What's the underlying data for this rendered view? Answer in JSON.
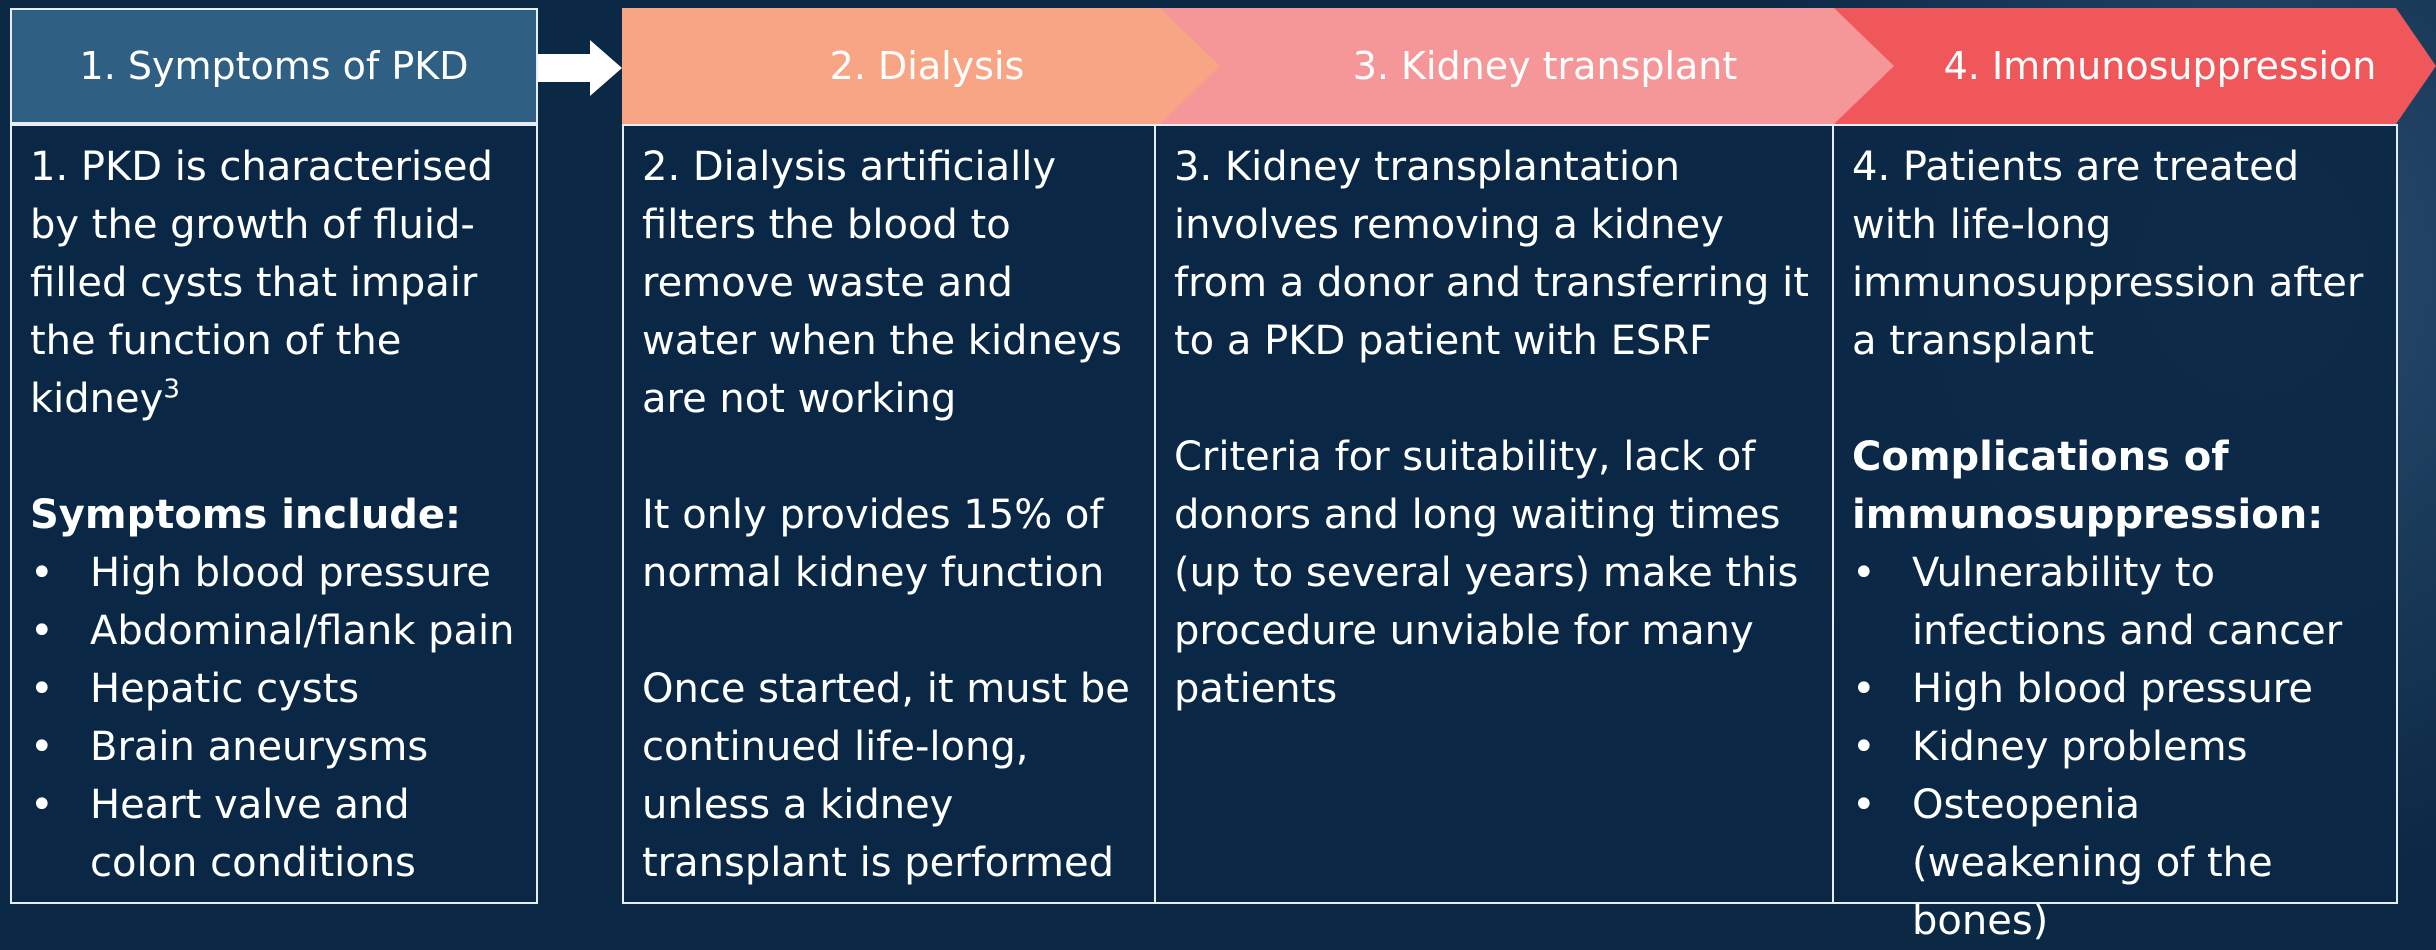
{
  "steps": [
    {
      "title": "1. Symptoms of PKD"
    },
    {
      "title": "2. Dialysis"
    },
    {
      "title": "3. Kidney transplant"
    },
    {
      "title": "4. Immunosuppression"
    }
  ],
  "panel1": {
    "intro": "1. PKD is characterised by the growth of fluid-filled cysts that impair the function of the kidney",
    "intro_sup": "3",
    "list_heading": "Symptoms include:",
    "symptoms": [
      "High blood pressure",
      "Abdominal/flank pain",
      "Hepatic cysts",
      "Brain aneurysms",
      "Heart valve and colon conditions"
    ]
  },
  "panel2": {
    "para1": "2. Dialysis artificially filters the blood to remove waste and water when the kidneys are not working",
    "para2": "It only provides 15% of normal kidney function",
    "para3": "Once started, it must be continued life-long, unless a kidney transplant is performed"
  },
  "panel3": {
    "para1": "3. Kidney transplantation involves removing a kidney from a donor and transferring it to a PKD patient with ESRF",
    "para2": "Criteria for suitability, lack of donors and long waiting times (up to several years) make this procedure unviable for many patients"
  },
  "panel4": {
    "para1": "4. Patients are treated with life-long immunosuppression after a transplant",
    "list_heading": "Complications of immunosuppression:",
    "complications": [
      "Vulnerability to infections and cancer",
      "High blood pressure",
      "Kidney problems",
      "Osteopenia (weakening of the bones)"
    ]
  },
  "colors": {
    "background": "#0b2845",
    "step1": "#2f5f83",
    "step2": "#f7a584",
    "step3": "#f59698",
    "step4": "#f0575a"
  }
}
